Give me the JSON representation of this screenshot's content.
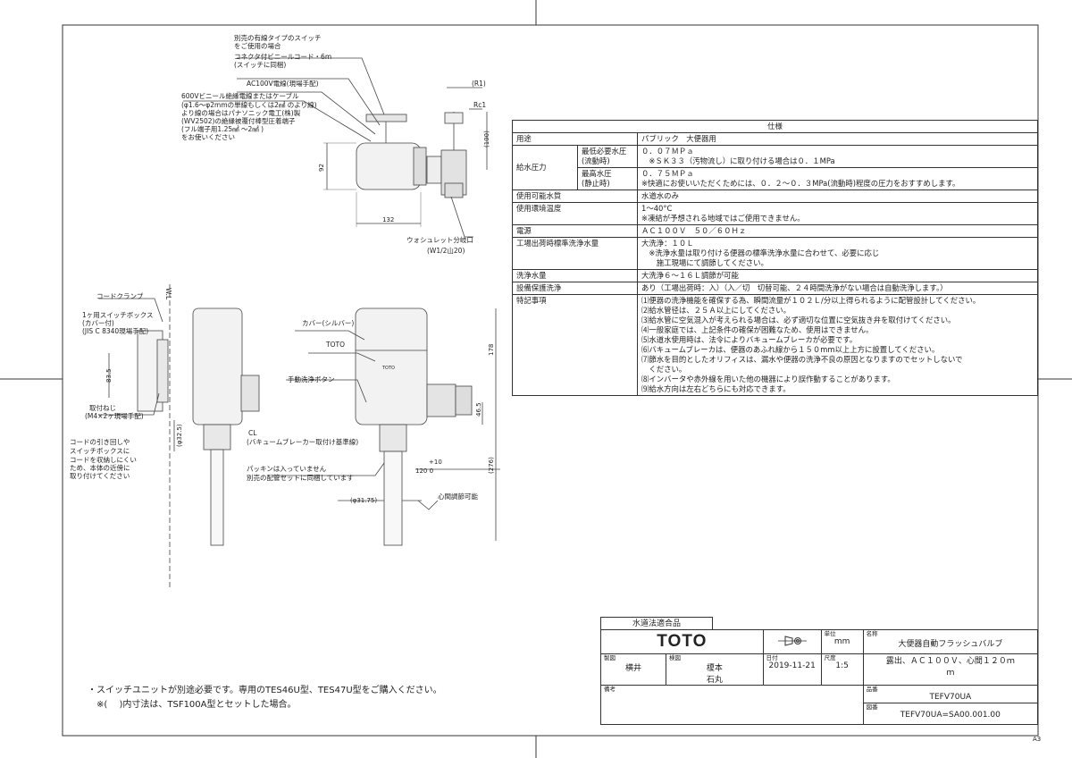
{
  "top_annotations": {
    "switch_note": [
      "別売の有線タイプのスイッチ",
      "をご使用の場合"
    ],
    "connector_cord": [
      "コネクタ付ビニールコード・6m",
      "(スイッチに同梱)"
    ],
    "ac_wire": "AC100V電線(現場手配)",
    "cable_note": [
      "600Vビニール絶縁電線またはケーブル",
      "(φ1.6～φ2mmの単線もしくは2㎟ のより線)",
      "より線の場合はパナソニック電工(株)製",
      "(WV2502)の絶縁被覆付棒型圧着端子",
      "(フル端子用1.25㎟ ～2㎟ )",
      "をお使いください"
    ],
    "r1": "(R1)",
    "rc1": "Rc1",
    "dim_100": "(100)",
    "dim_92": "92",
    "dim_132": "132",
    "washlet_port": "ウォシュレット分岐口",
    "washlet_thread": "(W1/2山20)"
  },
  "side_annotations": {
    "wl": "W.L",
    "cord_clamp": "コードクランプ",
    "box_1": "1ヶ用スイッチボックス",
    "box_cover": "(カバー付)",
    "box_std": "(JIS C 8340現場手配)",
    "dim_835": "83.5",
    "screw": "取付ねじ",
    "screw_spec": "(M4×2ヶ現場手配)",
    "dim_325": "(φ32.5)",
    "cord_note": [
      "コードの引き回しや",
      "スイッチボックスに",
      "コードを収納しにくい",
      "ため、本体の近傍に",
      "取り付けてください"
    ],
    "cover": "カバー(シルバー)",
    "toto": "TOTO",
    "logo_text": "TOTO",
    "manual_button": "手動洗浄ボタン",
    "cl": "CL",
    "cl_note": "(バキュームブレーカー取付け基準線)",
    "dim_178": "178",
    "dim_465": "46.5",
    "dim_276": "(276)",
    "packing": "パッキンは入っていません",
    "packing2": "別売の配管セットに同梱しています",
    "dim_plus10": "+10",
    "dim_120": "120  0",
    "dim_3175": "(φ31.75)",
    "adjust": "心間調節可能"
  },
  "spec_table": {
    "header": "仕様",
    "usage": {
      "label": "用途",
      "value": "パブリック　大便器用"
    },
    "pressure": {
      "label": "給水圧力",
      "min_label": "最低必要水圧",
      "min_sub": "(流動時)",
      "min_value": "０．０７ＭＰａ",
      "min_note": "　※ＳＫ３３（汚物流し）に取り付ける場合は０．１MPa",
      "max_label": "最高水圧",
      "max_sub": "(静止時)",
      "max_value": "０．７５ＭＰａ",
      "max_note": "※快適にお使いいただくためには、０．２～０．３MPa(流動時)程度の圧力をおすすめします。"
    },
    "water": {
      "label": "使用可能水質",
      "value": "水道水のみ"
    },
    "temp": {
      "label": "使用環境温度",
      "value": "1～40°C",
      "note": "※凍結が予想される地域ではご使用できません。"
    },
    "power": {
      "label": "電源",
      "value": "ＡＣ１００Ｖ　５０／６０Ｈｚ"
    },
    "factory": {
      "label": "工場出荷時標準洗浄水量",
      "value": "大洗浄：１０Ｌ",
      "note1": "　※洗浄水量は取り付ける便器の標準洗浄水量に合わせて、必要に応じ",
      "note2": "　　施工現場にて調節してください。"
    },
    "flush_volume": {
      "label": "洗浄水量",
      "value": "大洗浄６～１６Ｌ調節が可能"
    },
    "protect": {
      "label": "設備保護洗浄",
      "value": "あり（工場出荷時：入）（入／切　切替可能、２４時間洗浄がない場合は自動洗浄します。）"
    },
    "notes": {
      "label": "特記事項",
      "items": [
        "⑴便器の洗浄機能を確保する為、瞬間流量が１０２Ｌ/分以上得られるように配管設計してください。",
        "⑵給水管径は、２５Ａ以上にしてください。",
        "⑶給水管に空気混入が考えられる場合は、必ず適切な位置に空気抜き弁を取付けてください。",
        "⑷一般家庭では、上記条件の確保が困難なため、使用はできません。",
        "⑸水道水使用時は、法令によりバキュームブレーカが必要です。",
        "⑹バキュームブレーカは、便器のあふれ線から１５０mm以上上方に設置してください。",
        "⑺節水を目的としたオリフィスは、漏水や便器の洗浄不良の原因となりますのでセットしないで",
        "　ください。",
        "⑻インバータや赤外線を用いた他の機器により誤作動することがあります。",
        "⑼給水方向は左右どちらにも対応できます。"
      ]
    }
  },
  "title_block": {
    "water_law": "水道法適合品",
    "brand": "TOTO",
    "unit_label": "単位",
    "unit": "mm",
    "name_label": "名称",
    "name1": "大便器自動フラッシュバルブ",
    "name2": "露出、ＡＣ１００Ｖ、心間１２０ｍ",
    "name3": "ｍ",
    "drafter_label": "製図",
    "drafter": "横井",
    "checker_label": "検図",
    "checker1": "榎本",
    "checker2": "石丸",
    "date_label": "日付",
    "date": "2019-11-21",
    "scale_label": "尺度",
    "scale": "1:5",
    "part_label": "品番",
    "part": "TEFV70UA",
    "remarks_label": "備考",
    "drawing_label": "図番",
    "drawing": "TEFV70UA=SA00.001.00"
  },
  "footer_notes": {
    "line1": "・スイッチユニットが別途必要です。専用のTES46U型、TES47U型をご購入ください。",
    "line2": "　※(　 )内寸法は、TSF100A型とセットした場合。"
  },
  "sheet_size": "A3"
}
